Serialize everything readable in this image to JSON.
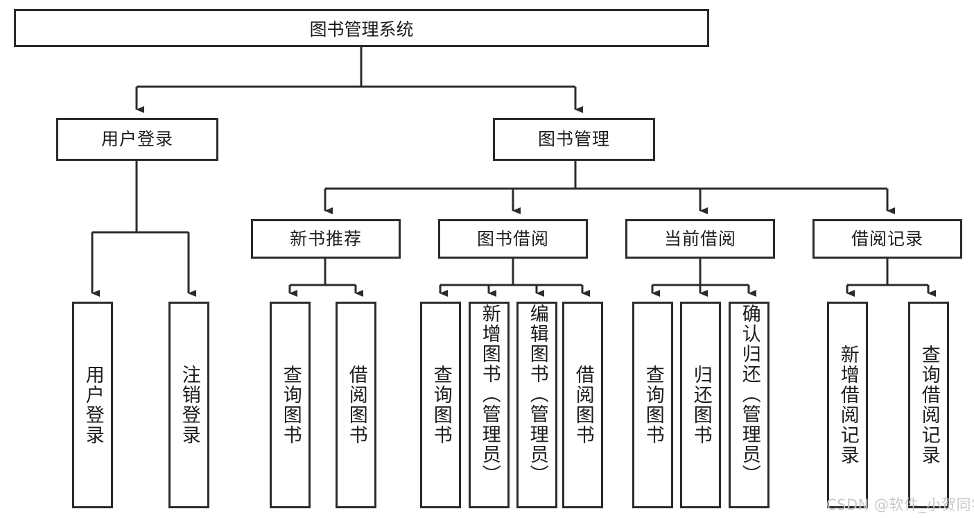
{
  "diagram": {
    "type": "tree-hierarchy",
    "title": "图书管理系统",
    "watermark": "CSDN @软件_小贺同学",
    "colors": {
      "box_border": "#2b2b2b",
      "box_fill": "#ffffff",
      "text": "#1c1c1c",
      "connector": "#2b2b2b",
      "watermark": "#c8c8c8",
      "background": "#ffffff"
    },
    "root": {
      "label": "图书管理系统"
    },
    "level2": [
      {
        "label": "用户登录"
      },
      {
        "label": "图书管理"
      }
    ],
    "level3": [
      {
        "label": "新书推荐"
      },
      {
        "label": "图书借阅"
      },
      {
        "label": "当前借阅"
      },
      {
        "label": "借阅记录"
      }
    ],
    "leaves": {
      "user_login": [
        {
          "label": "用户登录"
        },
        {
          "label": "注销登录"
        }
      ],
      "new_book_recommend": [
        {
          "label": "查询图书"
        },
        {
          "label": "借阅图书"
        }
      ],
      "book_borrow": [
        {
          "label": "查询图书"
        },
        {
          "label": "新增图书（管理员）"
        },
        {
          "label": "编辑图书（管理员）"
        },
        {
          "label": "借阅图书"
        }
      ],
      "current_borrow": [
        {
          "label": "查询图书"
        },
        {
          "label": "归还图书"
        },
        {
          "label": "确认归还（管理员）"
        }
      ],
      "borrow_record": [
        {
          "label": "新增借阅记录"
        },
        {
          "label": "查询借阅记录"
        }
      ]
    }
  }
}
